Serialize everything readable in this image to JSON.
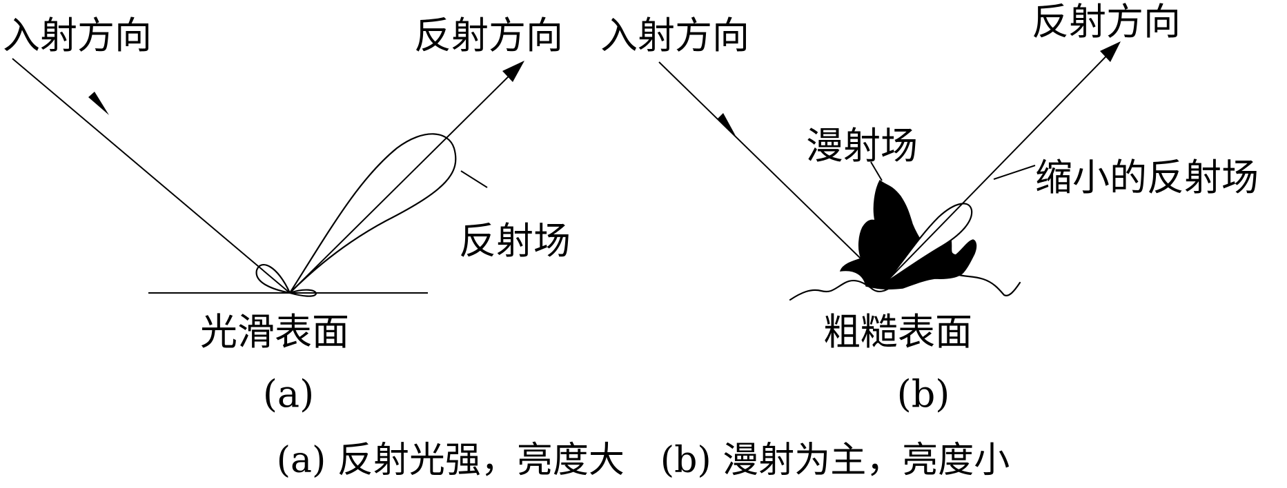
{
  "panel_a": {
    "incident_label": "入射方向",
    "reflected_label": "反射方向",
    "field_label": "反射场",
    "surface_label": "光滑表面",
    "sub_label": "(a)"
  },
  "panel_b": {
    "incident_label": "入射方向",
    "reflected_label": "反射方向",
    "diffuse_label": "漫射场",
    "reduced_label": "缩小的反射场",
    "surface_label": "粗糙表面",
    "sub_label": "(b)"
  },
  "caption": "(a) 反射光强，亮度大　(b) 漫射为主，亮度小"
}
